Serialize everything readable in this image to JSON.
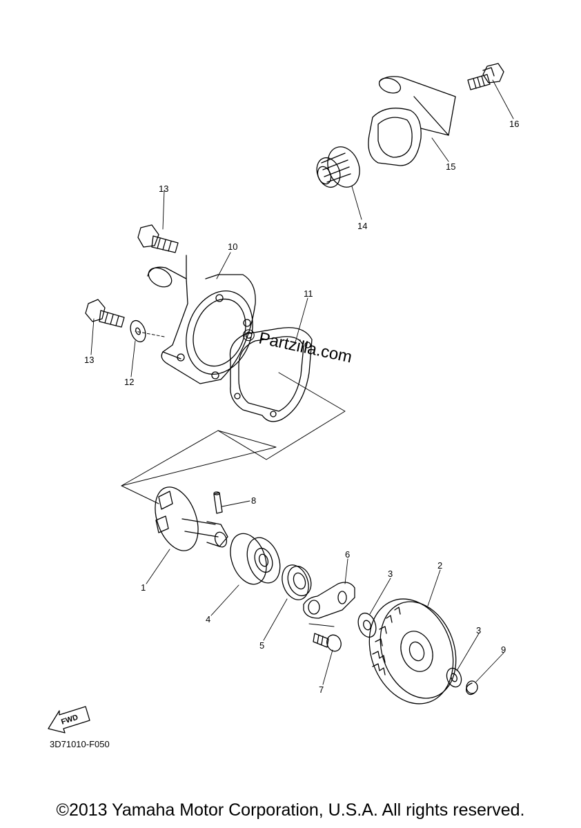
{
  "callouts": [
    {
      "id": "c1",
      "text": "1"
    },
    {
      "id": "c2",
      "text": "2"
    },
    {
      "id": "c3a",
      "text": "3"
    },
    {
      "id": "c3b",
      "text": "3"
    },
    {
      "id": "c4",
      "text": "4"
    },
    {
      "id": "c5",
      "text": "5"
    },
    {
      "id": "c6",
      "text": "6"
    },
    {
      "id": "c7",
      "text": "7"
    },
    {
      "id": "c8",
      "text": "8"
    },
    {
      "id": "c9",
      "text": "9"
    },
    {
      "id": "c10",
      "text": "10"
    },
    {
      "id": "c11",
      "text": "11"
    },
    {
      "id": "c12",
      "text": "12"
    },
    {
      "id": "c13a",
      "text": "13"
    },
    {
      "id": "c13b",
      "text": "13"
    },
    {
      "id": "c14",
      "text": "14"
    },
    {
      "id": "c15",
      "text": "15"
    },
    {
      "id": "c16",
      "text": "16"
    }
  ],
  "watermark": "© Partzilla.com",
  "fwd_label": "FWD",
  "part_code": "3D71010-F050",
  "copyright": "©2013 Yamaha Motor Corporation, U.S.A. All rights reserved."
}
